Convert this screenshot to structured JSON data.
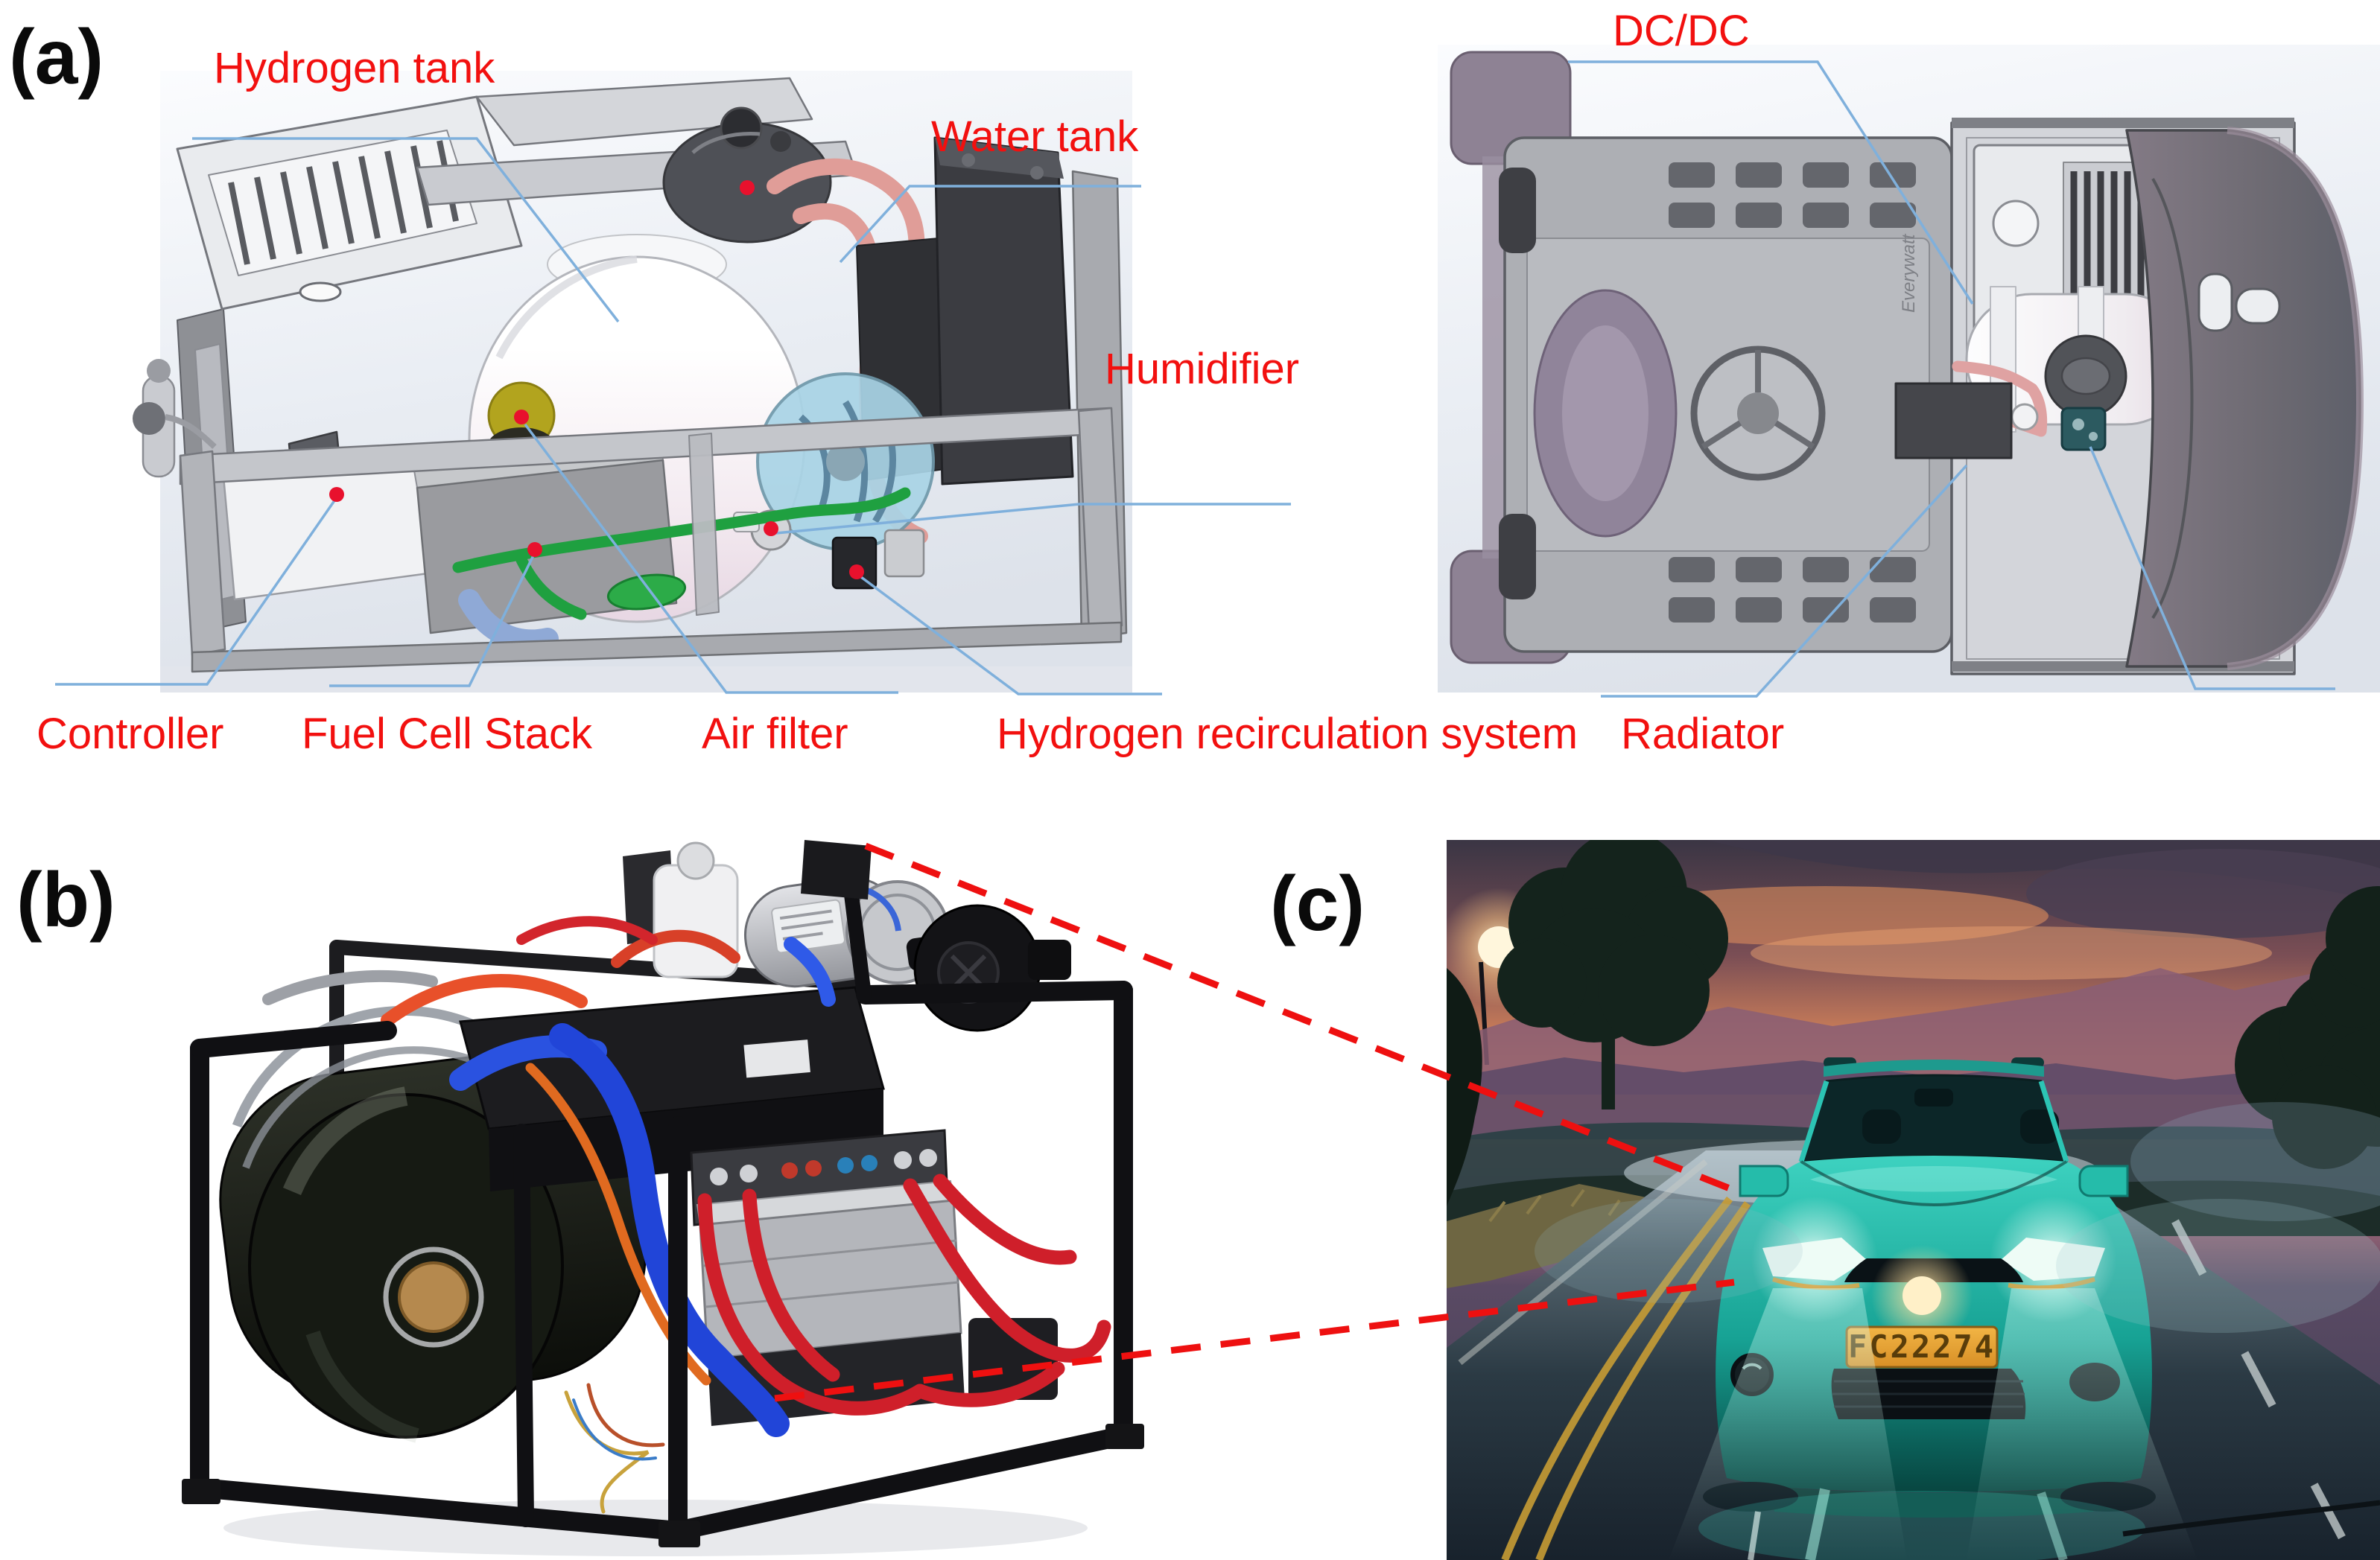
{
  "figure": {
    "panel_a_label": "(a)",
    "panel_b_label": "(b)",
    "panel_c_label": "(c)"
  },
  "panel_a": {
    "annotations": {
      "hydrogen_tank": "Hydrogen tank",
      "water_tank": "Water tank",
      "dcdc": "DC/DC",
      "humidifier": "Humidifier",
      "controller": "Controller",
      "fuel_cell_stack": "Fuel Cell Stack",
      "air_filter": "Air filter",
      "hydrogen_recirculation_system": "Hydrogen recirculation system",
      "radiator": "Radiator"
    },
    "dcdc_brand": "Everywatt",
    "colors": {
      "label_red": "#f2100f",
      "leader_blue": "#7fb0dc",
      "marker_red": "#e8112d"
    }
  },
  "panel_c": {
    "license_plate": "FC22274"
  },
  "connector": {
    "color": "#ee1010",
    "style": "dashed"
  }
}
